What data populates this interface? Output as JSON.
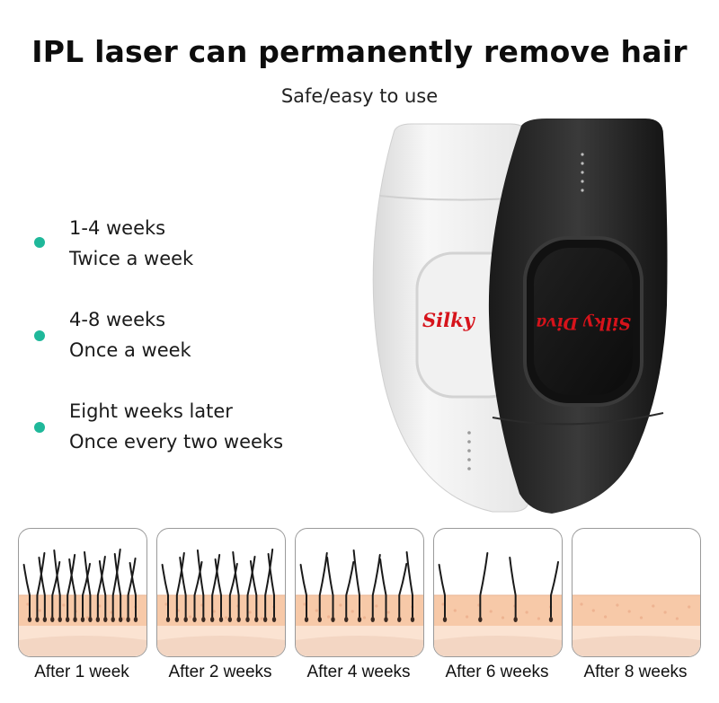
{
  "header": {
    "title": "IPL laser can permanently remove hair",
    "subtitle": "Safe/easy to use"
  },
  "schedule": [
    {
      "period": "1-4 weeks",
      "frequency": "Twice a week"
    },
    {
      "period": "4-8 weeks",
      "frequency": "Once a week"
    },
    {
      "period": "Eight weeks later",
      "frequency": "Once every two weeks"
    }
  ],
  "product": {
    "brand_left": "Silky",
    "brand_right": "Silky Diva"
  },
  "stages": [
    {
      "label": "After 1 week"
    },
    {
      "label": "After 2 weeks"
    },
    {
      "label": "After 4 weeks"
    },
    {
      "label": "After 6 weeks"
    },
    {
      "label": "After 8 weeks"
    }
  ],
  "colors": {
    "accent_dot": "#1fb89a",
    "skin_top": "#f7c9a8",
    "skin_bottom": "#fbe3d2",
    "brand_red": "#d6131b"
  }
}
